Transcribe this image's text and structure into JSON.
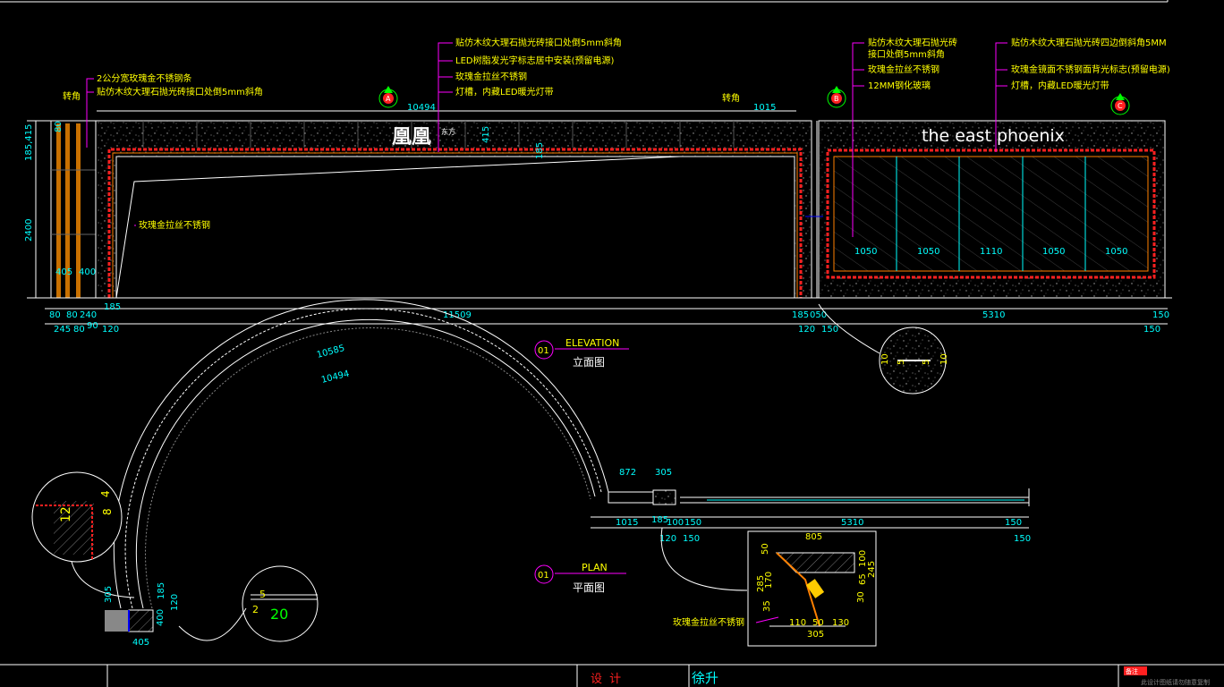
{
  "colors": {
    "background": "#000000",
    "annotation": "#ffff00",
    "dimension": "#00ffff",
    "leader": "#ff00ff",
    "outline": "#ffffff",
    "hidden": "#ff0000",
    "wall": "#00ff00",
    "frame": "#ff8000"
  },
  "elevation": {
    "notes_left_top": [
      "2公分宽玫瑰金不锈钢条",
      "贴仿木纹大理石抛光砖接口处倒5mm斜角"
    ],
    "corner_label_left": "转角",
    "corner_label_mid": "转角",
    "notes_center": [
      "贴仿木纹大理石抛光砖接口处倒5mm斜角",
      "LED树脂发光字标志居中安装(预留电源)",
      "玫瑰金拉丝不锈钢",
      "灯槽，内藏LED暖光灯带"
    ],
    "notes_right_a": [
      "贴仿木纹大理石抛光砖",
      "接口处倒5mm斜角",
      "玫瑰金拉丝不锈钢",
      "12MM钢化玻璃"
    ],
    "notes_right_b": [
      "贴仿木纹大理石抛光砖四边倒斜角5MM",
      "玫瑰金镜面不锈钢面背光标志(预留电源)",
      "灯槽，内藏LED暖光灯带"
    ],
    "interior_note": "玫瑰金拉丝不锈钢",
    "logo_cn": "凰凰",
    "logo_cn_small": "东方",
    "logo_en": "the east phoenix",
    "section_markers": [
      "A",
      "B",
      "C"
    ],
    "dims": {
      "top_10494": "10494",
      "top_1015": "1015",
      "v_185_415": "185,415",
      "v_2400": "2400",
      "v_415": "415",
      "v_185": "185",
      "v_80": "80",
      "w_405": "405",
      "w_400": "400",
      "b_80a": "80",
      "b_80b": "80",
      "b_240": "240",
      "b_185a": "185",
      "b_11509": "11509",
      "b_185b": "185",
      "b_050": "050",
      "b_5310": "5310",
      "b_150": "150",
      "b2_245": "245",
      "b2_80": "80",
      "b2_120": "120",
      "b2_90": "90",
      "b2_120b": "120",
      "b2_150": "150",
      "b2_150b": "150",
      "panels": [
        "1050",
        "1050",
        "1110",
        "1050",
        "1050"
      ]
    },
    "detail_circle_dims": [
      "10",
      "5",
      "5",
      "10"
    ],
    "title_num": "01",
    "title_en": "ELEVATION",
    "title_cn": "立面图"
  },
  "plan": {
    "arc_outer": "10585",
    "arc_inner": "10494",
    "dims": [
      "872",
      "305",
      "1015",
      "185",
      "100",
      "150",
      "120",
      "150",
      "5310",
      "150",
      "150"
    ],
    "title_num": "01",
    "title_en": "PLAN",
    "title_cn": "平面图",
    "detail_left": [
      "12",
      "8",
      "4"
    ],
    "detail_small": [
      "2",
      "5",
      "20"
    ],
    "foot_dims": [
      "305",
      "405",
      "400",
      "120",
      "185"
    ],
    "section_detail": {
      "dims": [
        "805",
        "50",
        "285",
        "170",
        "35",
        "100",
        "65",
        "245",
        "30",
        "110",
        "50",
        "130",
        "305"
      ],
      "note": "玫瑰金拉丝不锈钢"
    }
  },
  "titlebar": {
    "design_label": "设   计",
    "designer": "徐升",
    "stamp": "备注",
    "footer_text": "此设计图纸请勿随意复制"
  }
}
